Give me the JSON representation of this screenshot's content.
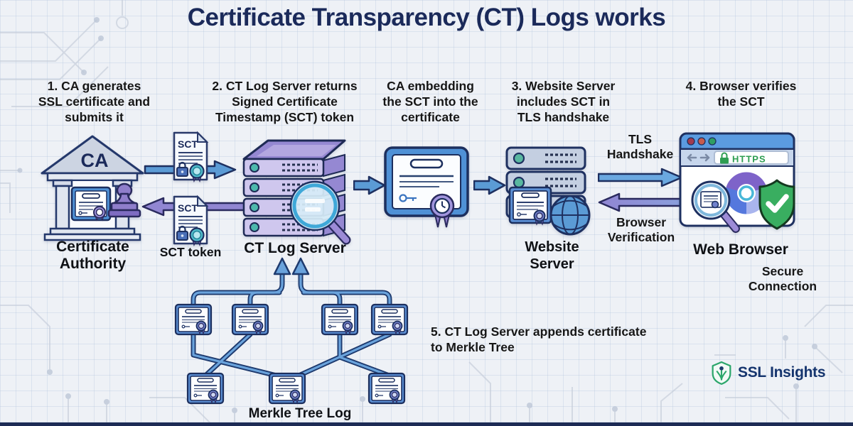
{
  "title": "Certificate Transparency (CT) Logs works",
  "steps": [
    {
      "text": "1. CA generates\nSSL certificate and\nsubmits it"
    },
    {
      "text": "2. CT Log Server returns\nSigned Certificate\nTimestamp (SCT) token"
    },
    {
      "text": "CA embedding\nthe SCT into the\ncertificate"
    },
    {
      "text": "3. Website Server\nincludes SCT in\nTLS handshake"
    },
    {
      "text": "4. Browser verifies\nthe SCT"
    },
    {
      "text": "5. CT Log Server appends certificate\nto Merkle Tree"
    }
  ],
  "nodes": {
    "certificate_authority": {
      "label": "Certificate\nAuthority",
      "building_text": "CA"
    },
    "sct_token": {
      "label": "SCT token",
      "doc_text": "SCT"
    },
    "ct_log_server": {
      "label": "CT Log Server"
    },
    "website_server": {
      "label": "Website\nServer"
    },
    "web_browser": {
      "label": "Web Browser",
      "address_text": "HTTPS",
      "secure_label": "Secure\nConnection"
    },
    "merkle_tree": {
      "label": "Merkle Tree Log"
    }
  },
  "flows": {
    "tls_handshake": "TLS\nHandshake",
    "browser_verification": "Browser\nVerification"
  },
  "brand": {
    "name": "SSL Insights"
  },
  "icons": {
    "ca_building": "bank-building-icon",
    "sct_document": "document-with-seal-icon",
    "ct_log_server": "server-stack-magnifier-icon",
    "certificate": "certificate-clock-ribbon-icon",
    "website_server": "server-globe-certificate-icon",
    "web_browser": "browser-window-shield-icon",
    "merkle_tree": "merkle-tree-diagram"
  },
  "colors": {
    "background": "#eef1f6",
    "title_navy": "#1b2a5a",
    "outline_navy": "#1e3060",
    "arrow_blue": "#5b9bd5",
    "arrow_purple": "#9186d2",
    "server_purple": "#cfc7ee",
    "server_purple_dark": "#9588d2",
    "teal_light": "#4db8ac",
    "cert_blue": "#4f91d6",
    "https_green": "#2f9e52",
    "shield_green": "#39ae60",
    "brand_green": "#2ba66a",
    "brand_navy": "#16356e",
    "website_server_gray": "#c4cfe1"
  }
}
